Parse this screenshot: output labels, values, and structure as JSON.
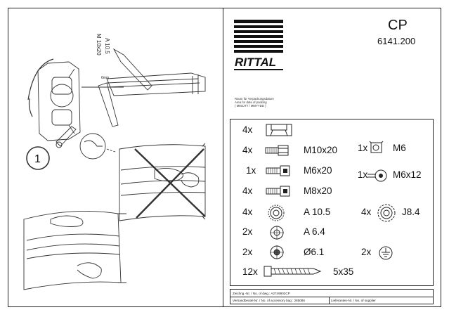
{
  "header": {
    "code": "CP",
    "article_number": "6141.200",
    "brand": "RITTAL"
  },
  "packing_date": {
    "line1": "Raum für Verpackungsdatum",
    "line2": "Area for date of packing",
    "line3": "( MMJJTT / MMYYDD )"
  },
  "left_callouts": {
    "screw": "M 10x20",
    "washer": "A 10.5",
    "small": "6mm"
  },
  "step_number": "1",
  "parts": [
    {
      "qty": "4x",
      "label": "",
      "icon": "sleeve-nut-icon"
    },
    {
      "qty": "4x",
      "label": "M10x20",
      "icon": "hex-screw-icon"
    },
    {
      "qty": "1x",
      "label": "M6x20",
      "icon": "socket-screw-icon"
    },
    {
      "qty": "4x",
      "label": "M8x20",
      "icon": "socket-screw-icon"
    },
    {
      "qty": "4x",
      "label": "A 10.5",
      "icon": "serrated-washer-icon"
    },
    {
      "qty": "2x",
      "label": "A 6.4",
      "icon": "flat-washer-icon"
    },
    {
      "qty": "2x",
      "label": "Ø6.1",
      "icon": "lock-washer-icon"
    },
    {
      "qty": "12x",
      "label": "5x35",
      "icon": "tapping-screw-icon"
    }
  ],
  "parts_right": [
    {
      "qty": "1x",
      "label": "M6",
      "icon": "cage-nut-icon"
    },
    {
      "qty": "1x",
      "label": "M6x12",
      "icon": "pan-screw-icon"
    },
    {
      "qty": "4x",
      "label": "J8.4",
      "icon": "contact-washer-icon"
    },
    {
      "qty": "2x",
      "label": "",
      "icon": "earth-icon"
    }
  ],
  "footer": {
    "drawing": "Zeichng.-Nr. / No. of dwg.: A2749902CP",
    "bag": "Versandbeutel-Nr. / No. of accessory bag : 285086",
    "supplier": "Lieferanten-Nr. / No. of supplier"
  }
}
